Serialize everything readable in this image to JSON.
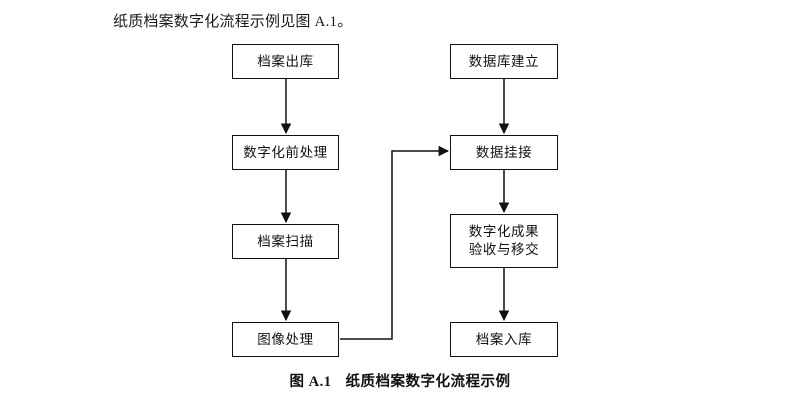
{
  "document": {
    "intro_text": "纸质档案数字化流程示例见图 A.1。",
    "caption_number": "图 A.1",
    "caption_title": "纸质档案数字化流程示例"
  },
  "diagram": {
    "type": "flowchart",
    "orientation": "two-column-vertical",
    "nodes": [
      {
        "id": "archive-retrieval",
        "label": "档案出库",
        "column": "left",
        "row": 1
      },
      {
        "id": "pre-digitization",
        "label": "数字化前处理",
        "column": "left",
        "row": 2
      },
      {
        "id": "archive-scanning",
        "label": "档案扫描",
        "column": "left",
        "row": 3
      },
      {
        "id": "image-processing",
        "label": "图像处理",
        "column": "left",
        "row": 4
      },
      {
        "id": "database-creation",
        "label": "数据库建立",
        "column": "right",
        "row": 1
      },
      {
        "id": "data-linking",
        "label": "数据挂接",
        "column": "right",
        "row": 2
      },
      {
        "id": "acceptance-handover",
        "label": "数字化成果\n验收与移交",
        "column": "right",
        "row": 3
      },
      {
        "id": "archive-return",
        "label": "档案入库",
        "column": "right",
        "row": 4
      }
    ],
    "edges": [
      {
        "from": "archive-retrieval",
        "to": "pre-digitization",
        "style": "straight-down"
      },
      {
        "from": "pre-digitization",
        "to": "archive-scanning",
        "style": "straight-down"
      },
      {
        "from": "archive-scanning",
        "to": "image-processing",
        "style": "straight-down"
      },
      {
        "from": "database-creation",
        "to": "data-linking",
        "style": "straight-down"
      },
      {
        "from": "data-linking",
        "to": "acceptance-handover",
        "style": "straight-down"
      },
      {
        "from": "acceptance-handover",
        "to": "archive-return",
        "style": "straight-down"
      },
      {
        "from": "image-processing",
        "to": "data-linking",
        "style": "elbow-right-up"
      }
    ],
    "colors": {
      "stroke": "#111111",
      "node_fill": "#ffffff",
      "background": "#ffffff",
      "text": "#111111"
    }
  }
}
